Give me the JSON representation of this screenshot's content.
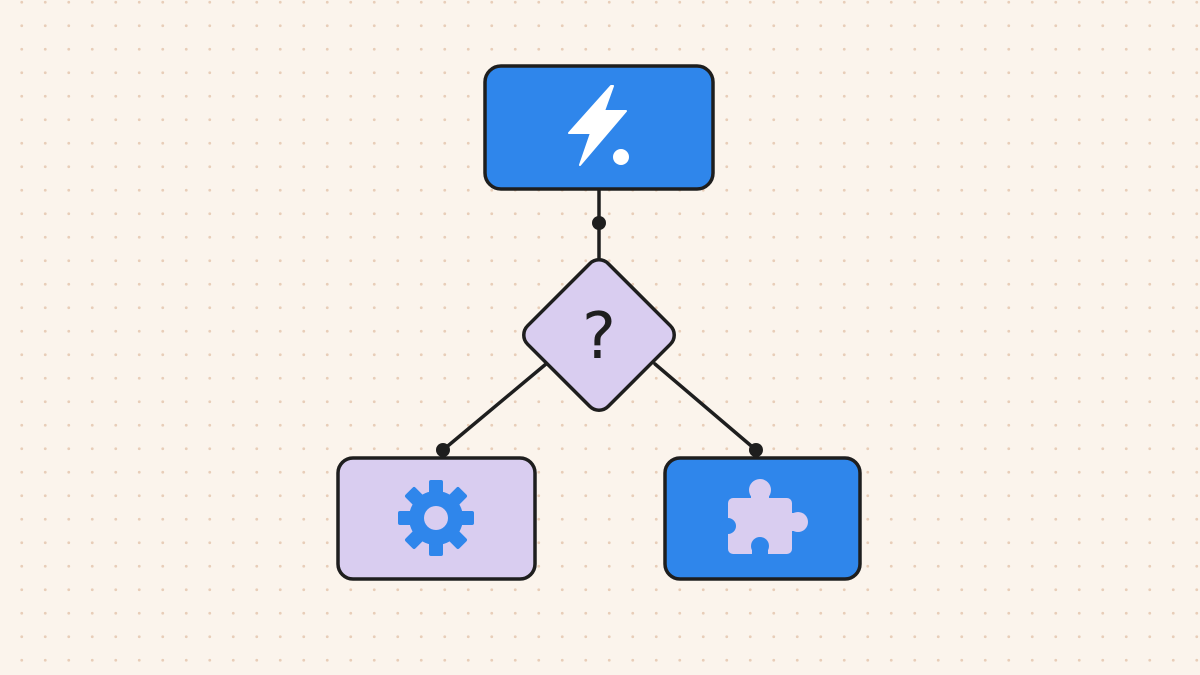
{
  "diagram": {
    "type": "decision-flowchart",
    "colors": {
      "background": "#fbf4ec",
      "grid_dot": "#e8cdb8",
      "outline": "#1e1e1e",
      "blue": "#2f86eb",
      "lavender": "#d9cdf0",
      "white": "#ffffff"
    },
    "nodes": {
      "trigger": {
        "shape": "rounded-rectangle",
        "fill": "blue",
        "icon": "lightning-bolt-icon"
      },
      "decision": {
        "shape": "diamond",
        "fill": "lavender",
        "symbol": "?"
      },
      "left_branch": {
        "shape": "rounded-rectangle",
        "fill": "lavender",
        "icon": "gear-icon"
      },
      "right_branch": {
        "shape": "rounded-rectangle",
        "fill": "blue",
        "icon": "puzzle-piece-icon"
      }
    },
    "edges": [
      {
        "from": "trigger",
        "to": "decision"
      },
      {
        "from": "decision",
        "to": "left_branch"
      },
      {
        "from": "decision",
        "to": "right_branch"
      }
    ]
  }
}
